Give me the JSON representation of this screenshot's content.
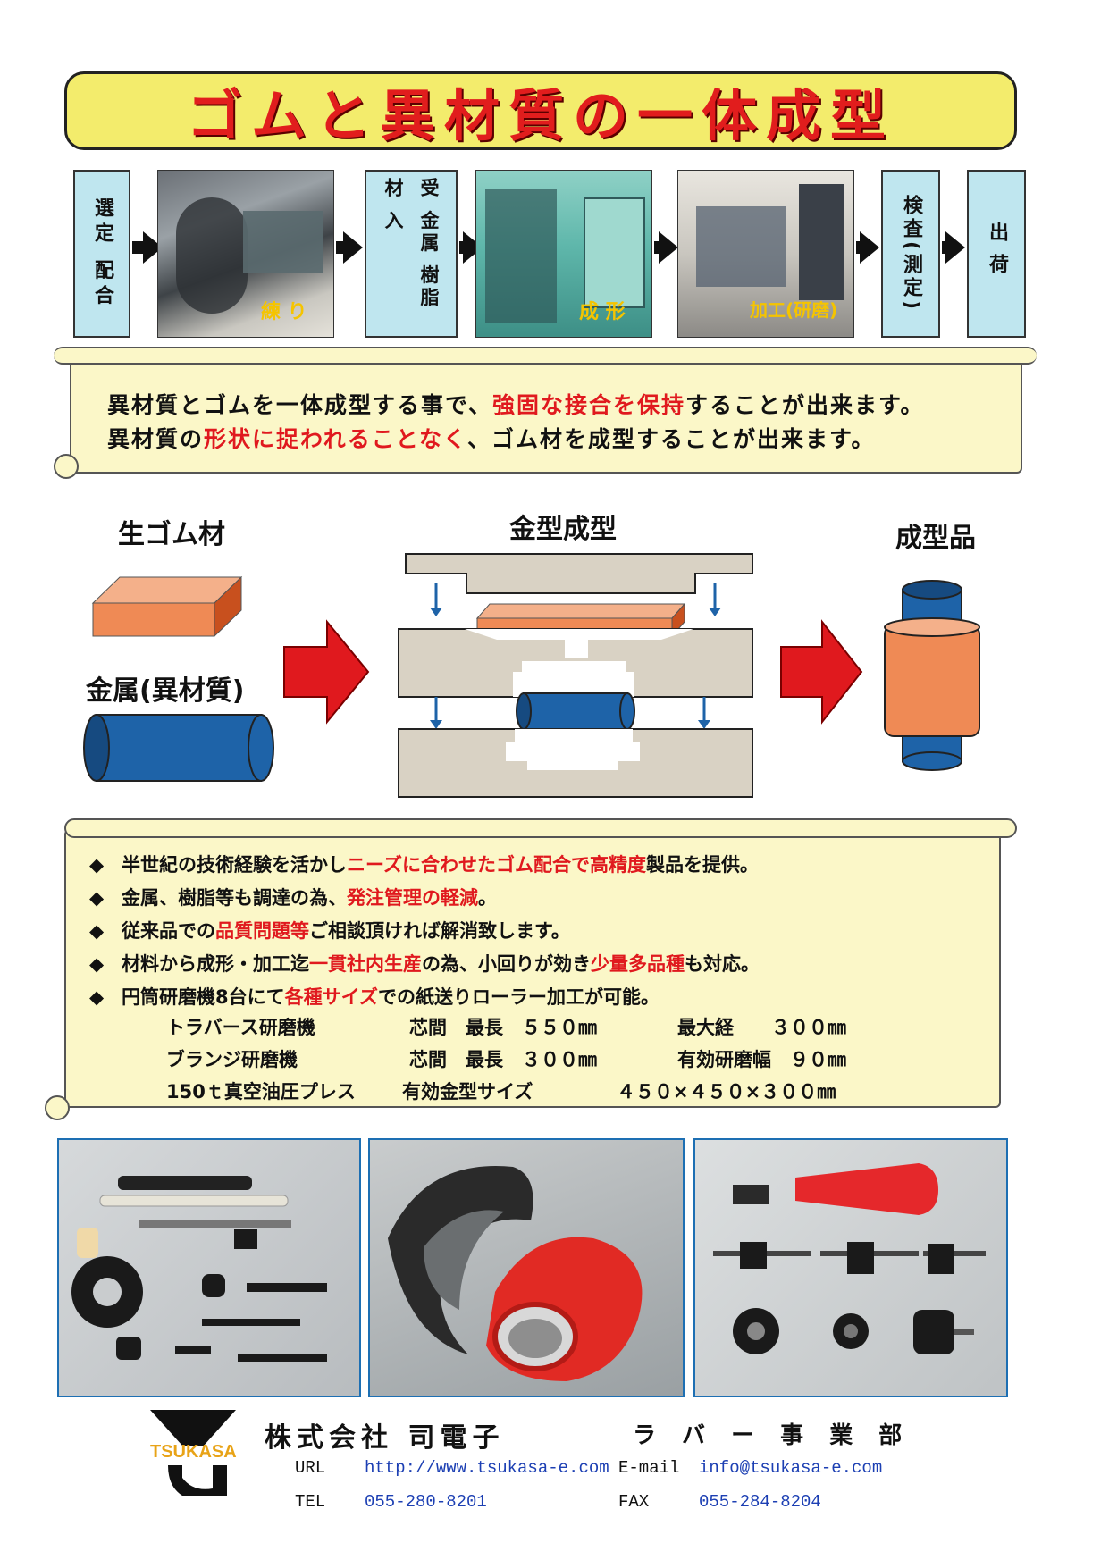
{
  "title": "ゴムと異材質の一体成型",
  "process": {
    "step1": "選定 配合",
    "step2_caption": "練 り",
    "step3": "受 金属 樹脂 材 入",
    "step4_caption": "成 形",
    "step5_caption": "加工(研磨)",
    "step6": "検査(測定)",
    "step7": "出荷"
  },
  "message": {
    "line1_a": "異材質とゴムを一体成型する事で、",
    "line1_b": "強固な接合を保持",
    "line1_c": "することが出来ます。",
    "line2_a": "異材質の",
    "line2_b": "形状に捉われることなく",
    "line2_c": "、ゴム材を成型することが出来ます。"
  },
  "diagram": {
    "raw_rubber": "生ゴム材",
    "metal": "金属(異材質)",
    "mold": "金型成型",
    "product": "成型品"
  },
  "features": {
    "b1_a": "半世紀の技術経験を活かし",
    "b1_b": "ニーズに合わせたゴム配合で高精度",
    "b1_c": "製品を提供。",
    "b2_a": "金属、樹脂等も調達の為、",
    "b2_b": "発注管理の軽減",
    "b2_c": "。",
    "b3_a": "従来品での",
    "b3_b": "品質問題等",
    "b3_c": "ご相談頂ければ解消致します。",
    "b4_a": "材料から成形・加工迄",
    "b4_b": "一貫社内生産",
    "b4_c": "の為、小回りが効き",
    "b4_d": "少量多品種",
    "b4_e": "も対応。",
    "b5_a": "円筒研磨機8台にて",
    "b5_b": "各種サイズ",
    "b5_c": "での紙送りローラー加工が可能。",
    "bullet_glyph": "◆"
  },
  "specs": {
    "r1_name": "トラバース研磨機",
    "r1_a": "芯間　最長　５５０㎜",
    "r1_b": "最大経　　３００㎜",
    "r2_name": "ブランジ研磨機",
    "r2_a": "芯間　最長　３００㎜",
    "r2_b": "有効研磨幅　９０㎜",
    "r3_name": "150ｔ真空油圧プレス",
    "r3_a": "有効金型サイズ",
    "r3_b": "４５０×４５０×３００㎜"
  },
  "footer": {
    "company": "株式会社 司電子",
    "division": "ラ バ ー 事 業 部",
    "logo_text": "TSUKASA",
    "url_label": "URL",
    "url": "http://www.tsukasa-e.com",
    "email_label": "E-mail",
    "email": "info@tsukasa-e.com",
    "tel_label": "TEL",
    "tel": "055-280-8201",
    "fax_label": "FAX",
    "fax": "055-284-8204"
  },
  "colors": {
    "accent_red": "#e0191e",
    "banner_yellow": "#f3ec6c",
    "box_blue": "#bfe6ef",
    "scroll_cream": "#fbf7c8",
    "rubber_orange": "#ef8a55",
    "metal_blue": "#1e63a8"
  }
}
